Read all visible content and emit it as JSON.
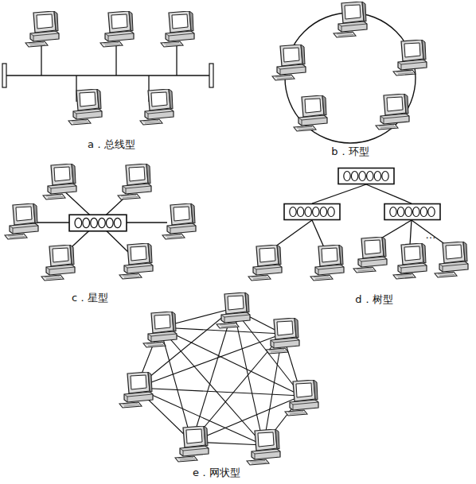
{
  "diagram": {
    "labels": [
      "a．总线型",
      "b．环型",
      "c．星型",
      "…",
      "d．树型",
      "e．网状型"
    ]
  }
}
